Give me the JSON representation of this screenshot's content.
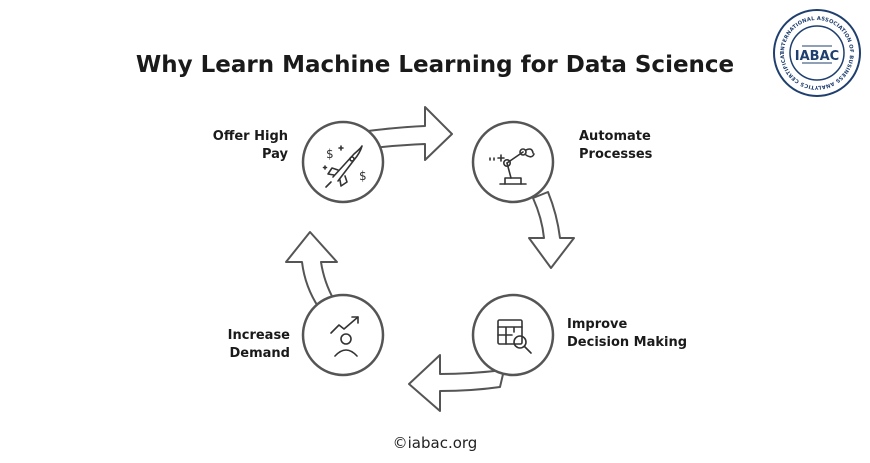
{
  "title": "Why Learn Machine Learning for Data Science",
  "nodes": [
    {
      "label_line1": "Offer High",
      "label_line2": "Pay",
      "icon": "rocket-dollar-icon"
    },
    {
      "label_line1": "Automate",
      "label_line2": "Processes",
      "icon": "robotic-arm-icon"
    },
    {
      "label_line1": "Improve",
      "label_line2": "Decision Making",
      "icon": "table-magnifier-icon"
    },
    {
      "label_line1": "Increase",
      "label_line2": "Demand",
      "icon": "person-growth-chart-icon"
    }
  ],
  "credit": "©iabac.org",
  "logo": {
    "text": "IABAC",
    "ring_text": "INTERNATIONAL ASSOCIATION OF BUSINESS ANALYTICS CERTIFICATION",
    "color": "#1f3f6e"
  }
}
